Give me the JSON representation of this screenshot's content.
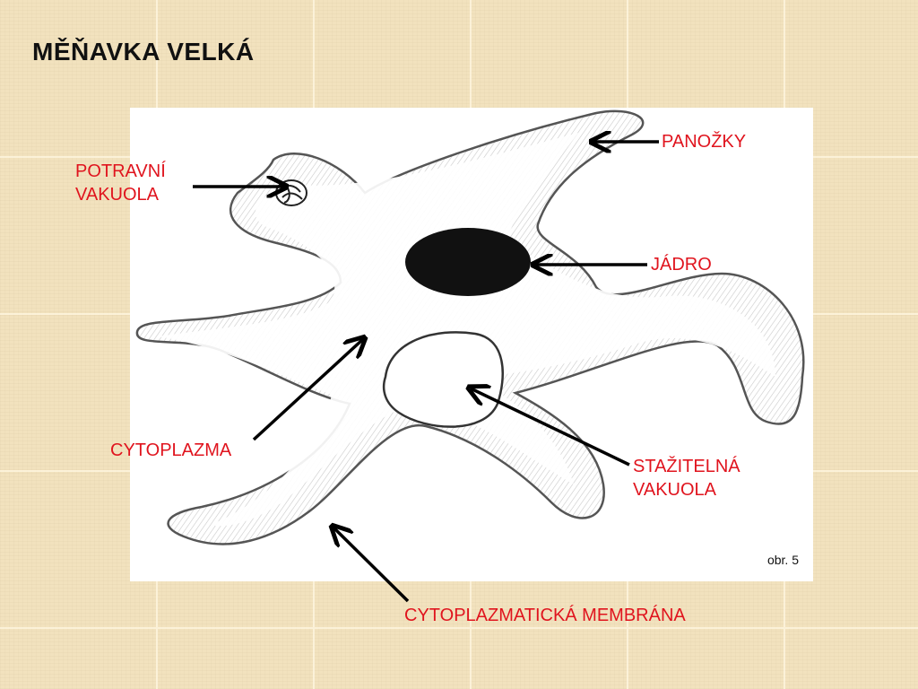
{
  "title": "MĚŇAVKA VELKÁ",
  "figure": {
    "caption": "obr. 5"
  },
  "labels": {
    "panozky": "PANOŽKY",
    "potravni_line1": "POTRAVNÍ",
    "potravni_line2": "VAKUOLA",
    "jadro": "JÁDRO",
    "cytoplazma": "CYTOPLAZMA",
    "stazitelna_line1": "STAŽITELNÁ",
    "stazitelna_line2": "VAKUOLA",
    "membrana": "CYTOPLAZMATICKÁ MEMBRÁNA"
  },
  "colors": {
    "label": "#e0141e",
    "arrow": "#000000",
    "background": "#e2c587"
  }
}
